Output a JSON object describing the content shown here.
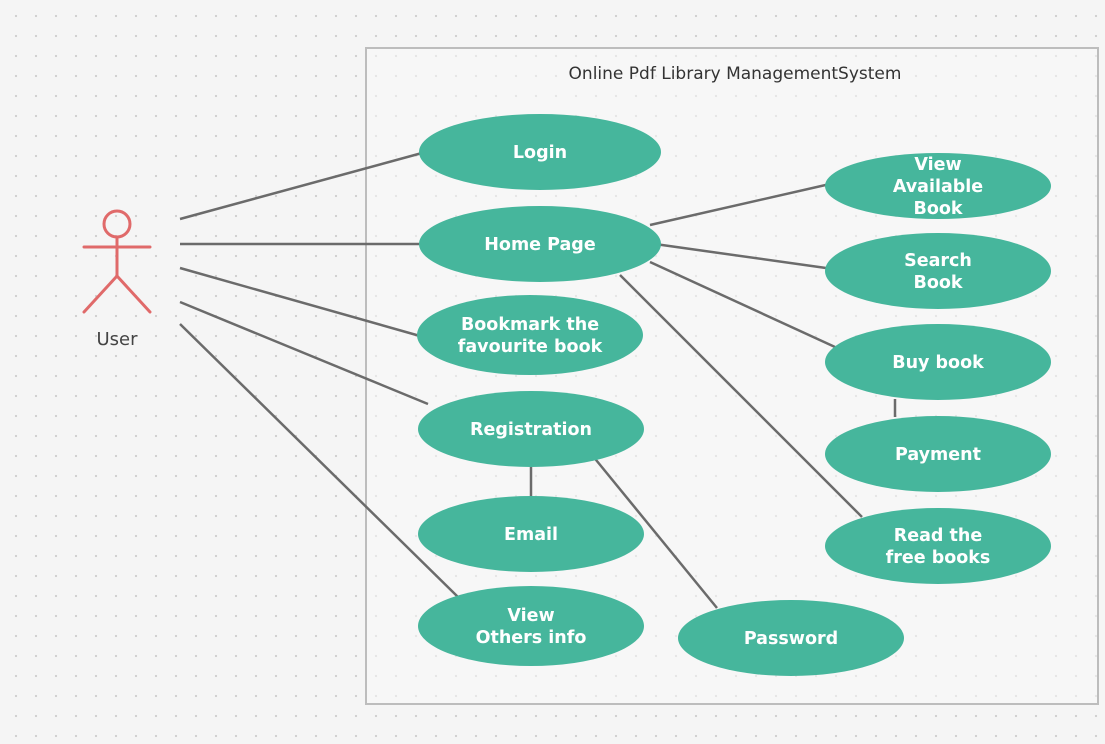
{
  "diagram": {
    "system_title": "Online Pdf Library ManagementSystem",
    "actor_name": "User",
    "colors": {
      "use_case_fill": "#46b69c",
      "use_case_text": "#ffffff",
      "connector": "#6b6b6b",
      "actor": "#e06a6a",
      "boundary": "#bdbdbd"
    },
    "use_cases": [
      {
        "id": "login",
        "lines": [
          "Login"
        ]
      },
      {
        "id": "home-page",
        "lines": [
          "Home Page"
        ]
      },
      {
        "id": "bookmark",
        "lines": [
          "Bookmark the",
          "favourite book"
        ]
      },
      {
        "id": "registration",
        "lines": [
          "Registration"
        ]
      },
      {
        "id": "email",
        "lines": [
          "Email"
        ]
      },
      {
        "id": "view-others-info",
        "lines": [
          "View",
          "Others info"
        ]
      },
      {
        "id": "password",
        "lines": [
          "Password"
        ]
      },
      {
        "id": "view-available-book",
        "lines": [
          "View",
          "Available",
          "Book"
        ]
      },
      {
        "id": "search-book",
        "lines": [
          "Search",
          "Book"
        ]
      },
      {
        "id": "buy-book",
        "lines": [
          "Buy book"
        ]
      },
      {
        "id": "payment",
        "lines": [
          "Payment"
        ]
      },
      {
        "id": "read-free-books",
        "lines": [
          "Read the",
          "free books"
        ]
      }
    ],
    "associations": [
      {
        "from": "user",
        "to": "login"
      },
      {
        "from": "user",
        "to": "home-page"
      },
      {
        "from": "user",
        "to": "bookmark"
      },
      {
        "from": "user",
        "to": "registration"
      },
      {
        "from": "user",
        "to": "view-others-info"
      },
      {
        "from": "home-page",
        "to": "view-available-book"
      },
      {
        "from": "home-page",
        "to": "search-book"
      },
      {
        "from": "home-page",
        "to": "buy-book"
      },
      {
        "from": "home-page",
        "to": "read-free-books"
      },
      {
        "from": "buy-book",
        "to": "payment"
      },
      {
        "from": "registration",
        "to": "email"
      },
      {
        "from": "registration",
        "to": "password"
      }
    ]
  }
}
